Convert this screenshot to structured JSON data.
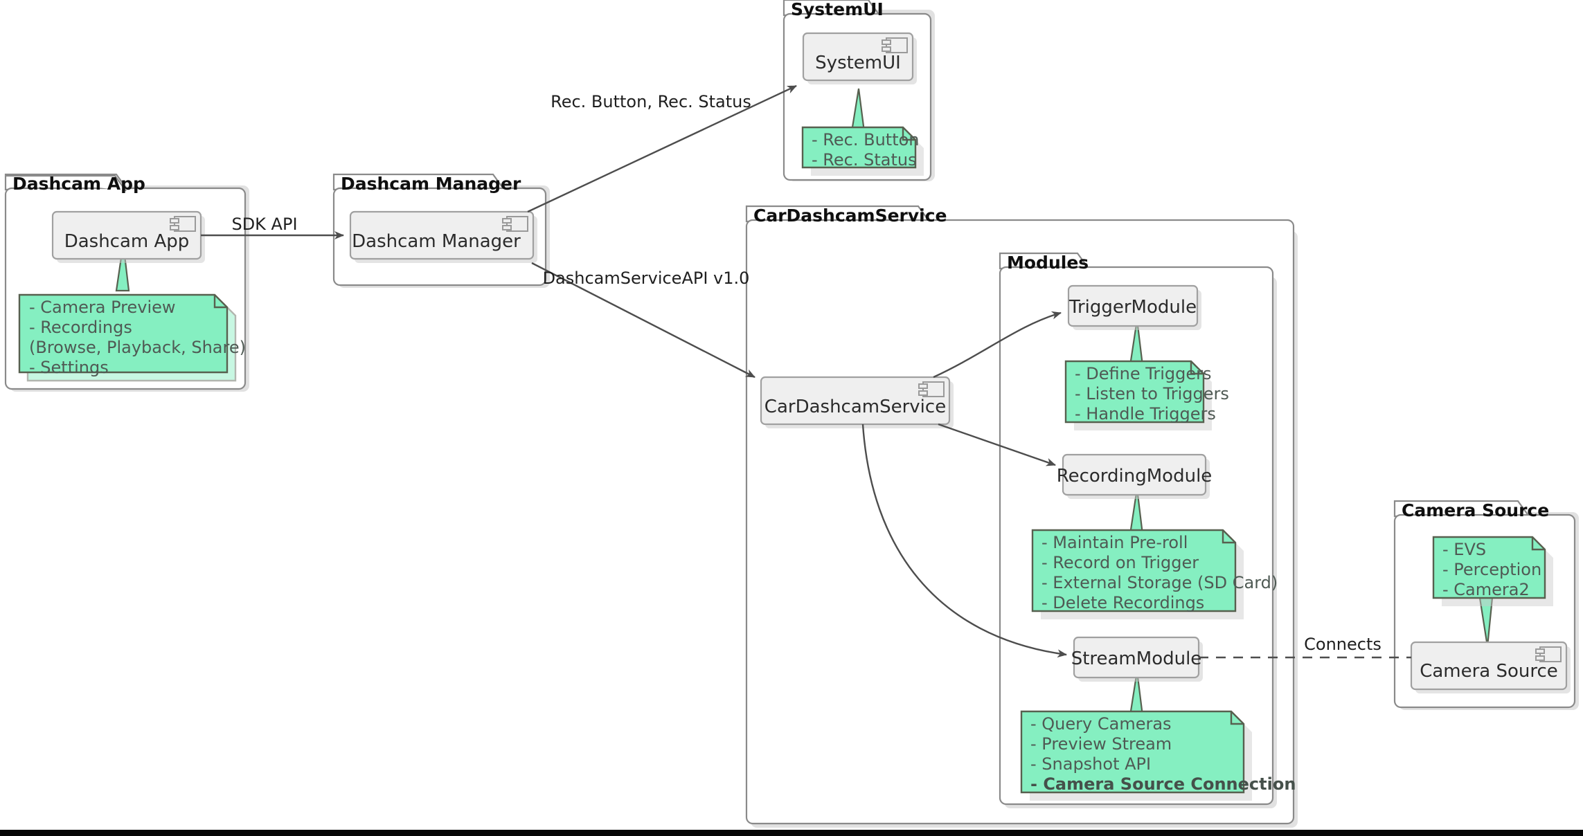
{
  "diagram": {
    "type": "uml-component-diagram",
    "title_visible": false,
    "colors": {
      "note_fill": "#85efc1",
      "note_border": "#57604f",
      "component_fill": "#efefef",
      "component_border": "#a0a0a0",
      "package_border": "#8a8a8a",
      "edge": "#4d4d4d",
      "background": "#ffffff",
      "bottom_bar": "#060606"
    }
  },
  "packages": {
    "dashcam_app": {
      "title": "Dashcam App",
      "component": {
        "label": "Dashcam App",
        "icon": "component-icon"
      },
      "note": {
        "lines": [
          {
            "text": "- Camera Preview",
            "bold": false
          },
          {
            "text": "- Recordings",
            "bold": false
          },
          {
            "text": "  (Browse, Playback, Share)",
            "bold": false
          },
          {
            "text": "- Settings",
            "bold": false
          }
        ]
      }
    },
    "dashcam_manager": {
      "title": "Dashcam Manager",
      "component": {
        "label": "Dashcam Manager",
        "icon": "component-icon"
      }
    },
    "system_ui": {
      "title": "SystemUI",
      "component": {
        "label": "SystemUI",
        "icon": "component-icon"
      },
      "note": {
        "lines": [
          {
            "text": "- Rec. Button",
            "bold": false
          },
          {
            "text": "- Rec. Status",
            "bold": false
          }
        ]
      }
    },
    "car_dashcam_service": {
      "title": "CarDashcamService",
      "component": {
        "label": "CarDashcamService",
        "icon": "component-icon"
      },
      "inner_package": {
        "title": "Modules",
        "modules": [
          {
            "label": "TriggerModule",
            "note": {
              "lines": [
                {
                  "text": "- Define Triggers",
                  "bold": false
                },
                {
                  "text": "- Listen to Triggers",
                  "bold": false
                },
                {
                  "text": "- Handle Triggers",
                  "bold": false
                }
              ]
            }
          },
          {
            "label": "RecordingModule",
            "note": {
              "lines": [
                {
                  "text": "- Maintain Pre-roll",
                  "bold": false
                },
                {
                  "text": "- Record on Trigger",
                  "bold": false
                },
                {
                  "text": "- External Storage (SD Card)",
                  "bold": false
                },
                {
                  "text": "- Delete Recordings",
                  "bold": false
                }
              ]
            }
          },
          {
            "label": "StreamModule",
            "note": {
              "lines": [
                {
                  "text": "- Query Cameras",
                  "bold": false
                },
                {
                  "text": "- Preview Stream",
                  "bold": false
                },
                {
                  "text": "- Snapshot API",
                  "bold": false
                },
                {
                  "text": "- Camera Source Connection",
                  "bold": true
                }
              ]
            }
          }
        ]
      }
    },
    "camera_source": {
      "title": "Camera Source",
      "component": {
        "label": "Camera Source",
        "icon": "component-icon"
      },
      "note": {
        "lines": [
          {
            "text": "- EVS",
            "bold": false
          },
          {
            "text": "- Perception",
            "bold": false
          },
          {
            "text": "- Camera2",
            "bold": false
          }
        ]
      }
    }
  },
  "edges": [
    {
      "id": "sdk-api",
      "label": "SDK API",
      "from": "Dashcam App",
      "to": "Dashcam Manager",
      "style": "solid-arrow"
    },
    {
      "id": "rec-button-status",
      "label": "Rec. Button, Rec. Status",
      "from": "Dashcam Manager",
      "to": "SystemUI",
      "style": "solid-arrow"
    },
    {
      "id": "dashcam-service-api",
      "label": "DashcamServiceAPI v1.0",
      "from": "Dashcam Manager",
      "to": "CarDashcamService",
      "style": "solid-arrow"
    },
    {
      "id": "svc-trigger",
      "label": "",
      "from": "CarDashcamService",
      "to": "TriggerModule",
      "style": "solid-arrow"
    },
    {
      "id": "svc-recording",
      "label": "",
      "from": "CarDashcamService",
      "to": "RecordingModule",
      "style": "solid-arrow"
    },
    {
      "id": "svc-stream",
      "label": "",
      "from": "CarDashcamService",
      "to": "StreamModule",
      "style": "solid-arrow-curved"
    },
    {
      "id": "stream-camera",
      "label": "Connects",
      "from": "StreamModule",
      "to": "Camera Source",
      "style": "dashed"
    }
  ]
}
